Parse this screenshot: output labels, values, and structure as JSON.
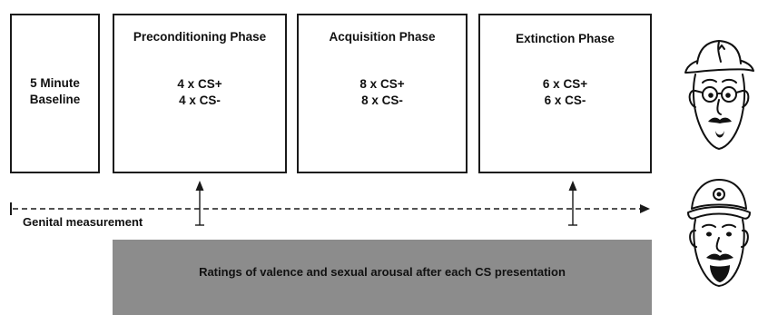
{
  "phases": {
    "baseline": {
      "line1": "5 Minute",
      "line2": "Baseline"
    },
    "preconditioning": {
      "title": "Preconditioning Phase",
      "cs_plus": "4 x CS+",
      "cs_minus": "4 x CS-"
    },
    "acquisition": {
      "title": "Acquisition Phase",
      "cs_plus": "8 x CS+",
      "cs_minus": "8 x CS-"
    },
    "extinction": {
      "title": "Extinction Phase",
      "cs_plus": "6 x CS+",
      "cs_minus": "6 x CS-"
    }
  },
  "timeline": {
    "label": "Genital measurement"
  },
  "ratings": {
    "text": "Ratings of valence  and sexual arousal after each CS presentation"
  },
  "stimuli": [
    {
      "icon": "face-with-hat-and-glasses-icon"
    },
    {
      "icon": "face-with-cap-and-beard-icon"
    }
  ],
  "colors": {
    "ratings_bar": "#8c8c8c",
    "line": "#1a1a1a"
  }
}
